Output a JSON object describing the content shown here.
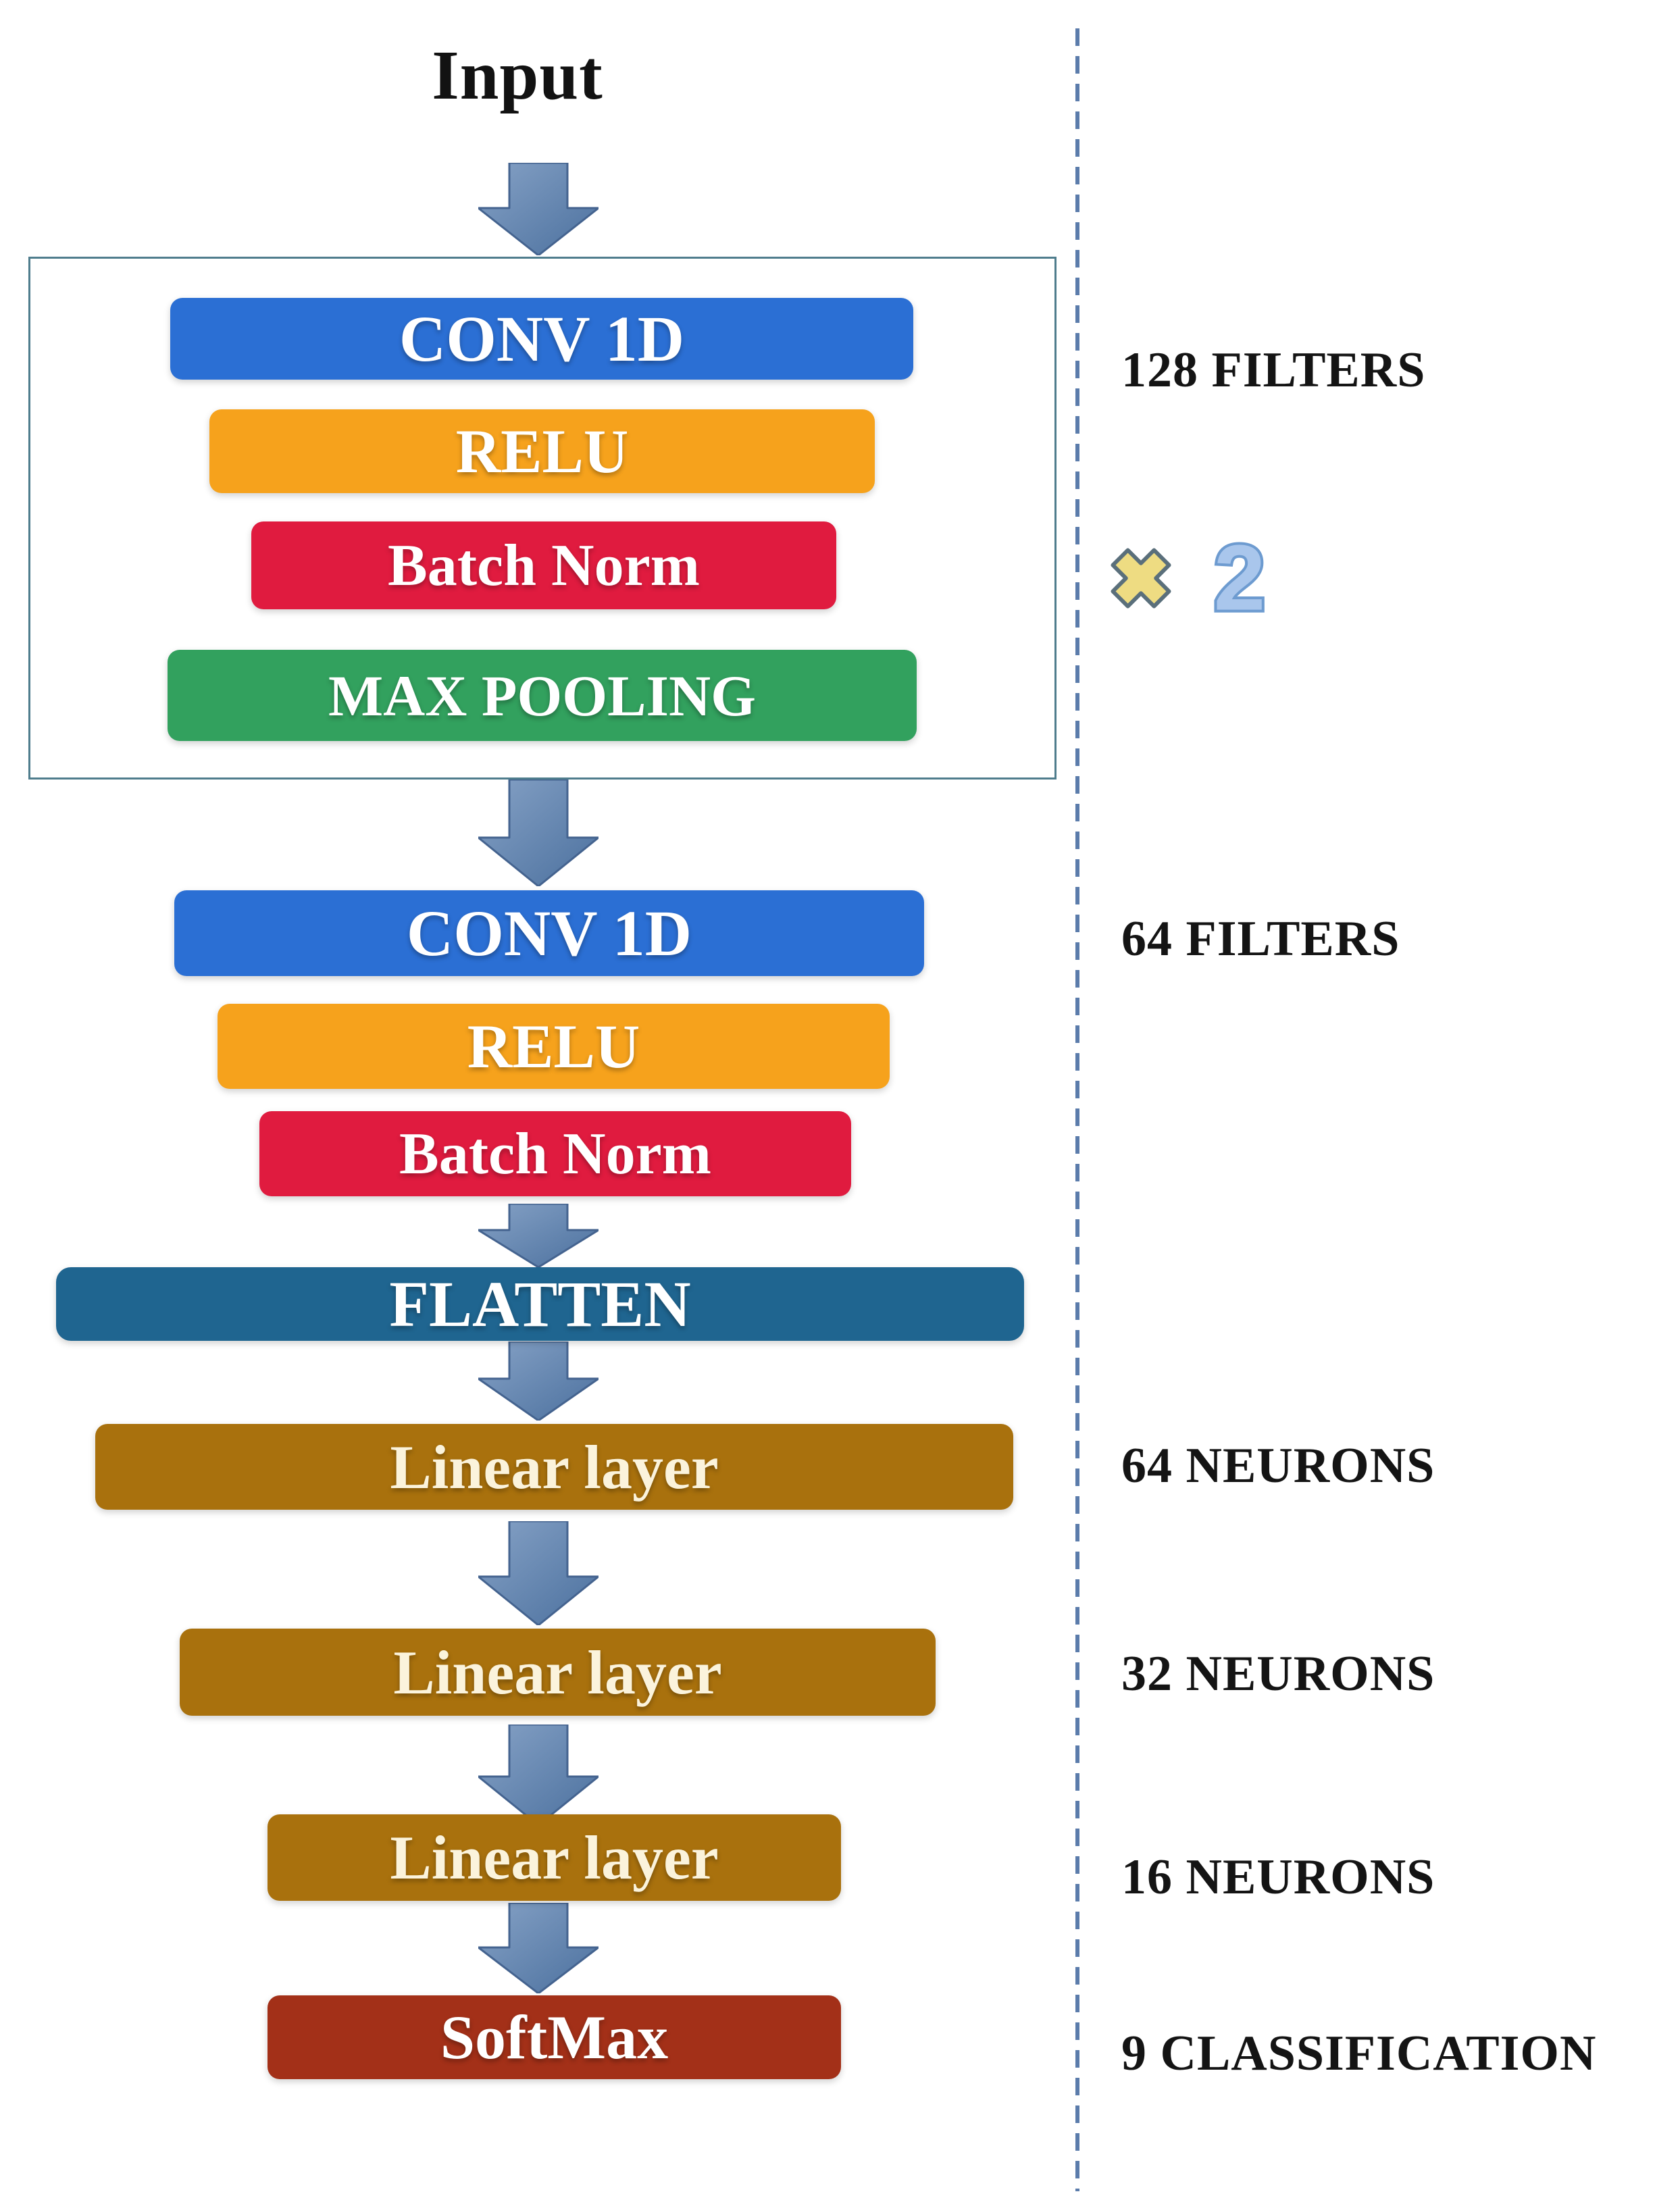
{
  "input_label": "Input",
  "layers": [
    {
      "label": "CONV 1D"
    },
    {
      "label": "RELU"
    },
    {
      "label": "Batch Norm"
    },
    {
      "label": "MAX POOLING"
    },
    {
      "label": "CONV 1D"
    },
    {
      "label": "RELU"
    },
    {
      "label": "Batch Norm"
    },
    {
      "label": "FLATTEN"
    },
    {
      "label": "Linear layer"
    },
    {
      "label": "Linear layer"
    },
    {
      "label": "Linear layer"
    },
    {
      "label": "SoftMax"
    }
  ],
  "annotations": {
    "conv_block_1": "128 FILTERS",
    "repeat_multiplier": "2",
    "conv_block_2": "64 FILTERS",
    "dense_1": "64 NEURONS",
    "dense_2": "32 NEURONS",
    "dense_3": "16 NEURONS",
    "output": "9 CLASSIFICATION"
  },
  "icons": {
    "repeat_cross": "multiply-cross-icon",
    "flow_arrow": "down-arrow-icon"
  },
  "colors": {
    "conv": "#2B6FD4",
    "relu": "#F6A21C",
    "batch_norm": "#E01B3F",
    "max_pooling": "#32A15E",
    "flatten": "#1F6590",
    "linear_layer": "#A9710D",
    "softmax": "#A33018",
    "arrow_fill": "#53779F",
    "dashed_divider": "#5B7CAB",
    "repeat_box_border": "#4F7D8D",
    "repeat_cross_fill": "#EEDC82",
    "repeat_number_fill": "#A9C6EC",
    "label_text": "#141414"
  }
}
